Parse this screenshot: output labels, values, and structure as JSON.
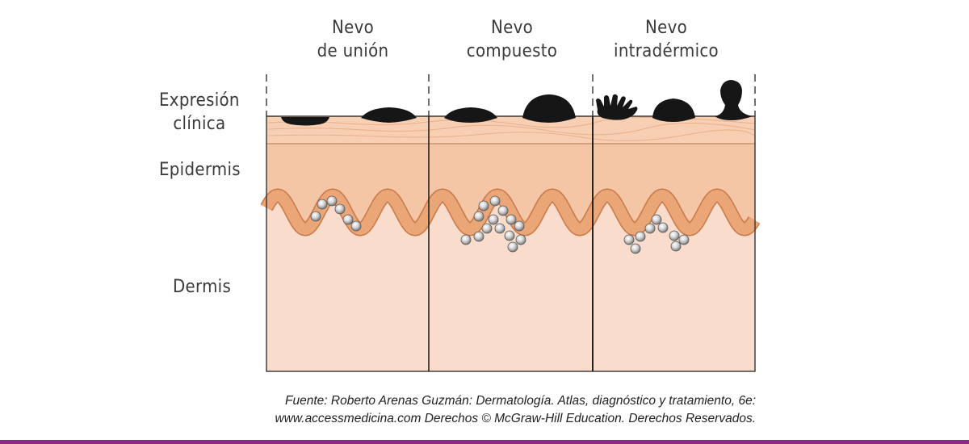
{
  "columns": [
    {
      "line1": "Nevo",
      "line2": "de unión"
    },
    {
      "line1": "Nevo",
      "line2": "compuesto"
    },
    {
      "line1": "Nevo",
      "line2": "intradérmico"
    }
  ],
  "rows": {
    "clinical_line1": "Expresión",
    "clinical_line2": "clínica",
    "epidermis": "Epidermis",
    "dermis": "Dermis"
  },
  "caption": {
    "line1": "Fuente: Roberto Arenas Guzmán: Dermatología. Atlas, diagnóstico y tratamiento, 6e:",
    "line2": "www.accessmedicina.com Derechos © McGraw-Hill Education. Derechos Reservados."
  },
  "colors": {
    "accent_bar": "#8a2c86",
    "dermis": "#f9d9c7",
    "epidermis": "#f6c7a6",
    "basal_layer": "#e9a272",
    "lesion": "#161616"
  }
}
